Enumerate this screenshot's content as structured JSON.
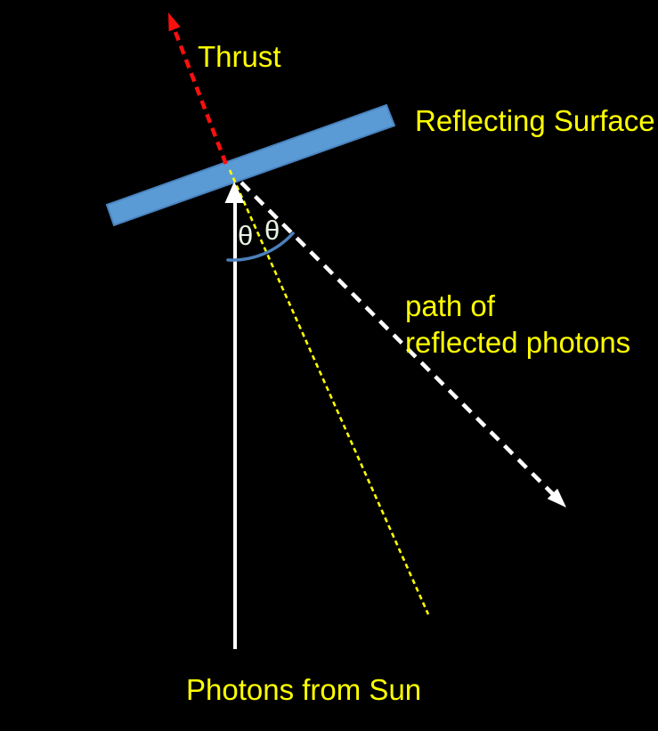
{
  "colors": {
    "background": "#000000",
    "label": "#FFFF00",
    "thrust": "#FA0F0F",
    "sail": "#5B9BD5",
    "sail-edge": "#4A84C0",
    "arc": "#4C80BC",
    "theta": "#E8F3E4",
    "photon": "#FFFFFF"
  },
  "labels": {
    "thrust": "Thrust",
    "reflecting_surface": "Reflecting Surface",
    "path_line1": "path of",
    "path_line2": "reflected photons",
    "photons_from_sun": "Photons from Sun",
    "theta_left": "θ",
    "theta_right": "θ"
  }
}
